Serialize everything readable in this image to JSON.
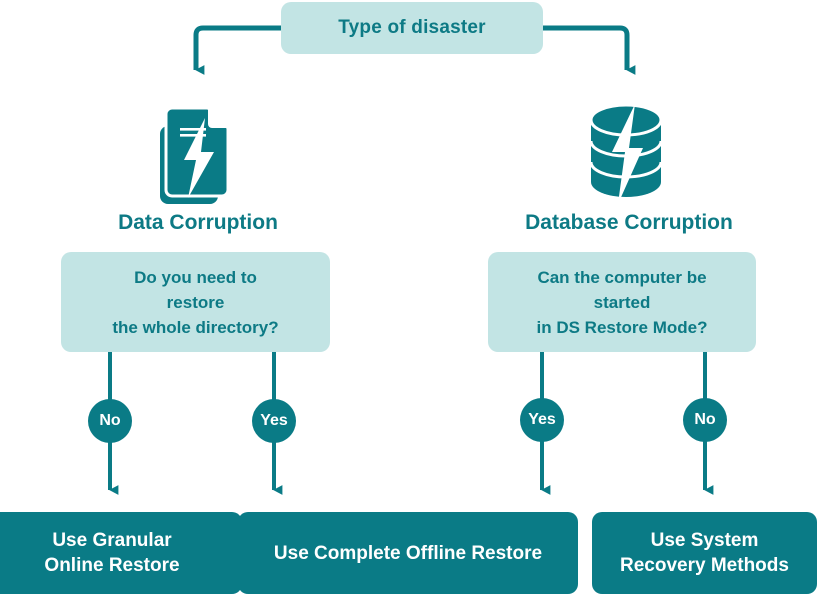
{
  "diagram": {
    "title": "Type of disaster",
    "colors": {
      "light_box": "#c2e4e4",
      "dark_box": "#0a7b86",
      "text_teal": "#0d7a85",
      "text_white": "#ffffff",
      "background": "#ffffff"
    },
    "root": {
      "label": "Type of disaster"
    },
    "branches": [
      {
        "icon": "document-lightning-icon",
        "title": "Data Corruption",
        "question": {
          "line1": "Do you need to",
          "line2": "restore",
          "line3": "the whole directory?"
        },
        "answers": [
          {
            "label": "No",
            "result": "left-result"
          },
          {
            "label": "Yes",
            "result": "middle-result"
          }
        ]
      },
      {
        "icon": "database-lightning-icon",
        "title": "Database Corruption",
        "question": {
          "line1": "Can the computer be",
          "line2": "started",
          "line3": "in DS Restore Mode?"
        },
        "answers": [
          {
            "label": "Yes",
            "result": "middle-result"
          },
          {
            "label": "No",
            "result": "right-result"
          }
        ]
      }
    ],
    "results": [
      {
        "id": "left-result",
        "line1": "Use Granular",
        "line2": "Online Restore"
      },
      {
        "id": "middle-result",
        "line1": "Use Complete Offline Restore",
        "line2": ""
      },
      {
        "id": "right-result",
        "line1": "Use System",
        "line2": "Recovery Methods"
      }
    ]
  }
}
